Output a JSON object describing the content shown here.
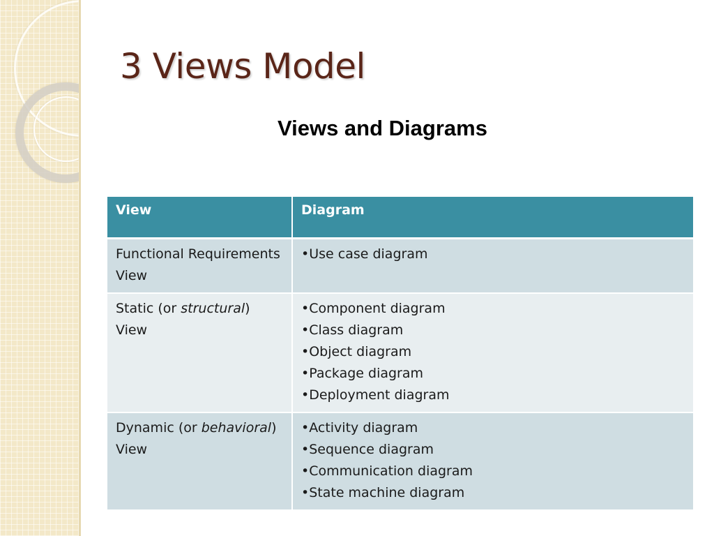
{
  "slide": {
    "title": "3 Views Model",
    "subtitle": "Views and Diagrams"
  },
  "table": {
    "headers": {
      "view": "View",
      "diagram": "Diagram"
    },
    "rows": [
      {
        "view_prefix": "Functional Requirements View",
        "view_italic": "",
        "view_suffix": "",
        "diagrams": [
          "Use case diagram"
        ]
      },
      {
        "view_prefix": "Static (or ",
        "view_italic": "structural",
        "view_suffix": ") View",
        "diagrams": [
          "Component diagram",
          "Class diagram",
          "Object diagram",
          "Package diagram",
          "Deployment diagram"
        ]
      },
      {
        "view_prefix": "Dynamic (or ",
        "view_italic": "behavioral",
        "view_suffix": ") View",
        "diagrams": [
          "Activity diagram",
          "Sequence diagram",
          "Communication diagram",
          "State machine diagram"
        ]
      }
    ]
  },
  "theme": {
    "title_color": "#5a2518",
    "header_color": "#3a8fa2",
    "row_a_color": "#cfdde2",
    "row_b_color": "#e8eef0",
    "band_color": "#f3e8c8"
  }
}
